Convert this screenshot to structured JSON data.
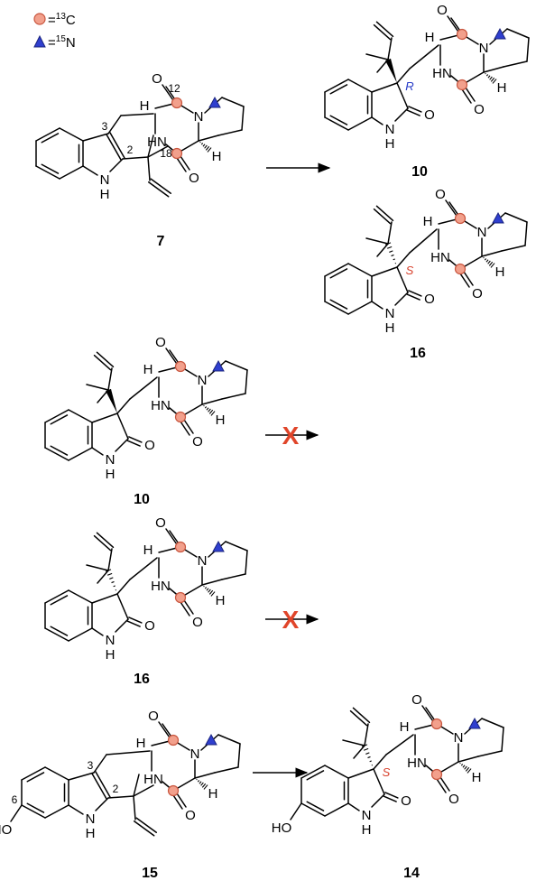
{
  "colors": {
    "carbon13": "#f2a08c",
    "carbon13_rim": "#c8553e",
    "nitrogen15": "#2f3fcf",
    "stereo_R": "#2a3ec8",
    "stereo_S": "#d8402c",
    "blocked": "#e0452a"
  },
  "icons": {
    "carbon_label": "orange-ball-icon",
    "nitrogen_label": "blue-triangle-icon",
    "blocked": "red-x-icon"
  },
  "legend": {
    "carbon_eq": "=",
    "carbon_mass": "13",
    "carbon_el": "C",
    "nitrogen_eq": "=",
    "nitrogen_mass": "15",
    "nitrogen_el": "N"
  },
  "atoms": {
    "O": "O",
    "N": "N",
    "H": "H",
    "HN": "HN",
    "NH": "NH",
    "HO": "HO"
  },
  "numbers": {
    "n12": "12",
    "n18": "18",
    "n3": "3",
    "n2": "2",
    "n6": "6"
  },
  "stereo": {
    "R": "R",
    "S": "S"
  },
  "blocked_mark": "X",
  "compounds": {
    "c7": "7",
    "c10": "10",
    "c16": "16",
    "c15": "15",
    "c14": "14"
  }
}
